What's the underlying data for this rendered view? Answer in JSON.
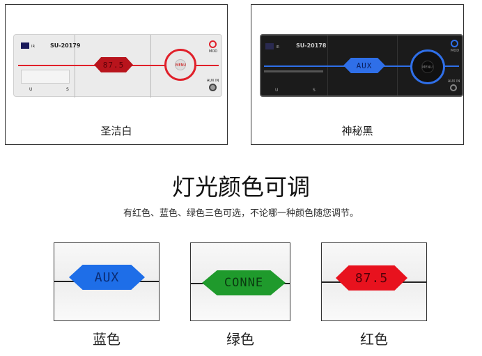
{
  "products": [
    {
      "name": "圣洁白",
      "model": "SU-20179",
      "lcd": "87.5",
      "accent": "#e0202a",
      "body": "#e9e9e9",
      "menu": "MENU",
      "mod": "MOD",
      "aux": "AUX IN",
      "ir": "IR",
      "u": "U",
      "s": "S"
    },
    {
      "name": "神秘黑",
      "model": "SU-20178",
      "lcd": "AUX",
      "accent": "#2f6fe8",
      "body": "#1b1b1b",
      "menu": "MENU",
      "mod": "MOD",
      "aux": "AUX IN",
      "ir": "IR",
      "u": "U",
      "s": "S"
    }
  ],
  "section": {
    "title": "灯光颜色可调",
    "subtitle": "有红色、蓝色、绿色三色可选，不论哪一种颜色随您调节。"
  },
  "colors": [
    {
      "label": "蓝色",
      "lcd": "AUX",
      "color": "#1e6ee8"
    },
    {
      "label": "绿色",
      "lcd": "CONNE",
      "color": "#1f9a2c"
    },
    {
      "label": "红色",
      "lcd": "87.5",
      "color": "#e8121e"
    }
  ]
}
